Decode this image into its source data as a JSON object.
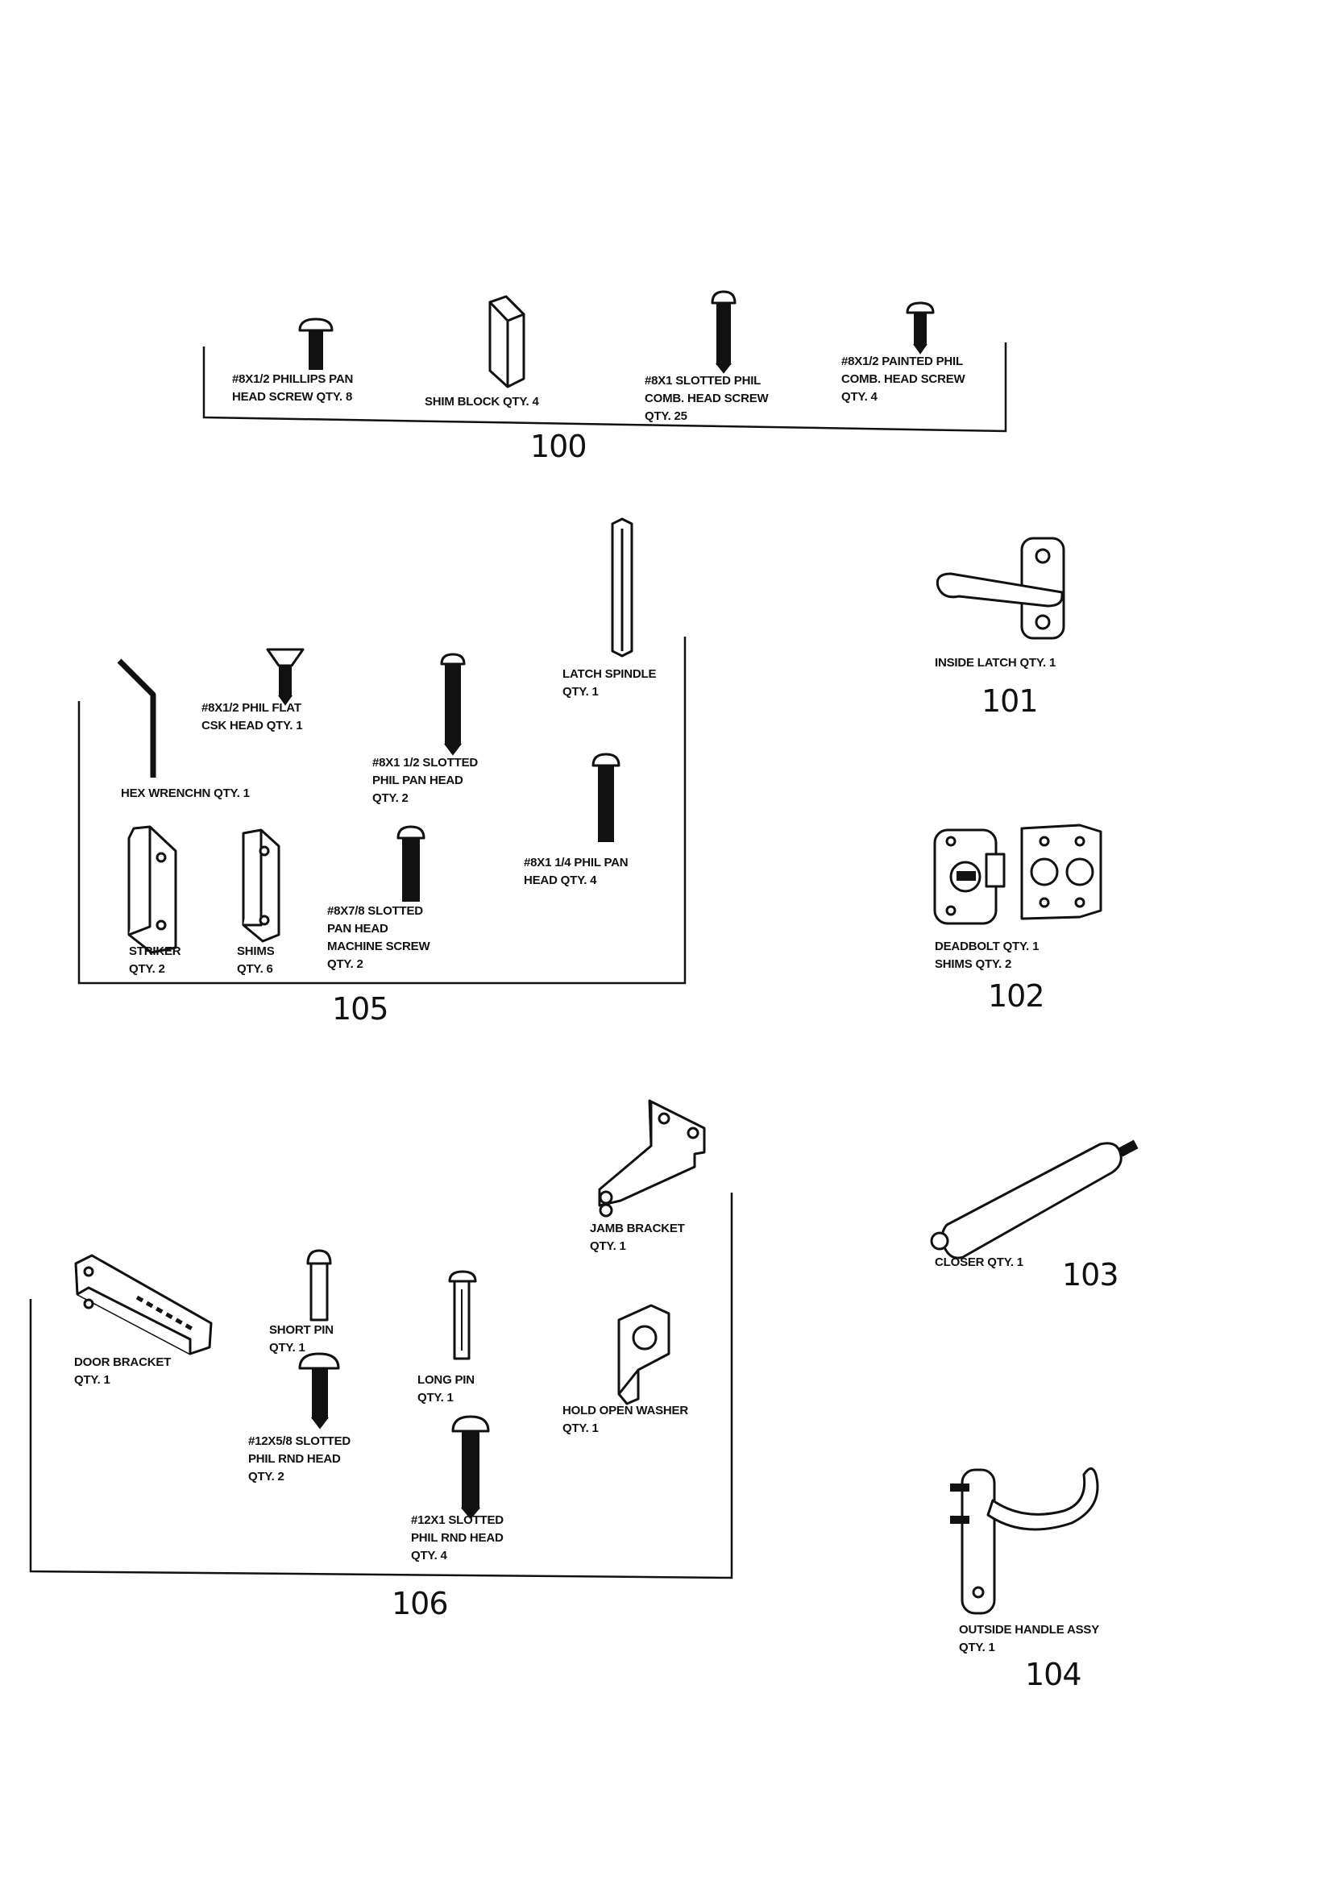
{
  "groups": {
    "g100": {
      "number": "100",
      "items": {
        "pan_screw": [
          "#8x1/2 PHILLIPS PAN",
          "HEAD SCREW QTY. 8"
        ],
        "shim_block": [
          "SHIM BLOCK QTY. 4"
        ],
        "slotted_screw": [
          "#8x1 SLOTTED PHIL",
          "COMB. HEAD SCREW",
          "QTY. 25"
        ],
        "painted_screw": [
          "#8x1/2 PAINTED PHIL",
          "COMB. HEAD SCREW",
          "QTY. 4"
        ]
      }
    },
    "g101": {
      "number": "101",
      "label": [
        "INSIDE LATCH QTY. 1"
      ]
    },
    "g102": {
      "number": "102",
      "label": [
        "DEADBOLT QTY. 1",
        "SHIMS QTY. 2"
      ]
    },
    "g103": {
      "number": "103",
      "label": [
        "CLOSER QTY. 1"
      ]
    },
    "g104": {
      "number": "104",
      "label": [
        "OUTSIDE HANDLE ASSY",
        "QTY. 1"
      ]
    },
    "g105": {
      "number": "105",
      "items": {
        "hex_wrench": [
          "HEX WRENCHN QTY. 1"
        ],
        "flat_screw": [
          "#8x1/2 PHIL FLAT",
          "CSK HEAD QTY. 1"
        ],
        "slotted_pan": [
          "#8x1 1/2 SLOTTED",
          "PHIL PAN HEAD",
          "QTY. 2"
        ],
        "latch_spindle": [
          "LATCH SPINDLE",
          "QTY. 1"
        ],
        "phil_pan": [
          "#8x1 1/4 PHIL PAN",
          "HEAD QTY. 4"
        ],
        "machine_screw": [
          "#8x7/8 SLOTTED",
          "PAN HEAD",
          "MACHINE SCREW",
          "QTY. 2"
        ],
        "striker": [
          "STRIKER",
          "QTY. 2"
        ],
        "shims": [
          "SHIMS",
          "QTY. 6"
        ]
      }
    },
    "g106": {
      "number": "106",
      "items": {
        "door_bracket": [
          "DOOR BRACKET",
          "QTY. 1"
        ],
        "short_pin": [
          "SHORT PIN",
          "QTY. 1"
        ],
        "rnd_head_short": [
          "#12x5/8 SLOTTED",
          "PHIL RND HEAD",
          "QTY. 2"
        ],
        "long_pin": [
          "LONG PIN",
          "QTY. 1"
        ],
        "rnd_head_long": [
          "#12x1 SLOTTED",
          "PHIL RND HEAD",
          "QTY. 4"
        ],
        "jamb_bracket": [
          "JAMB BRACKET",
          "QTY. 1"
        ],
        "hold_open_washer": [
          "HOLD OPEN WASHER",
          "QTY. 1"
        ]
      }
    }
  }
}
